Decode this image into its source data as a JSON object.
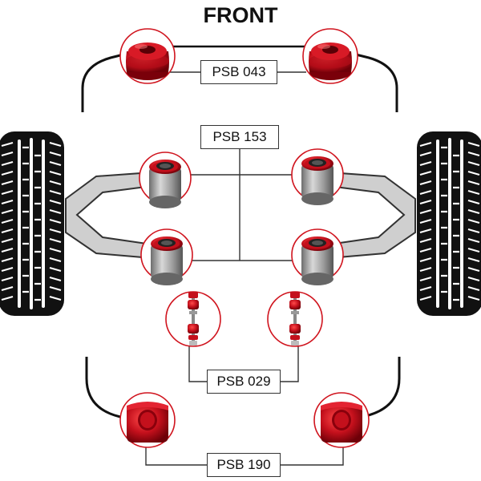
{
  "title": "FRONT",
  "labels": {
    "top_mounts": "PSB 043",
    "arm_bushes": "PSB 153",
    "drop_links": "PSB 029",
    "anti_roll_bushes": "PSB 190"
  },
  "colors": {
    "polyurethane_red": "#c4101c",
    "outline_red": "#d0141e",
    "tyre": "#111111",
    "arm_grey": "#cfcfcf",
    "metal_grey": "#9a9a9a"
  },
  "icons": {
    "top_mount": "red-top-mount-bush",
    "arm_bush": "red-arm-bush-with-metal-sleeve",
    "drop_link": "red-drop-link",
    "anti_roll_bush": "red-anti-roll-bar-bush",
    "tyre": "tyre-tread"
  }
}
